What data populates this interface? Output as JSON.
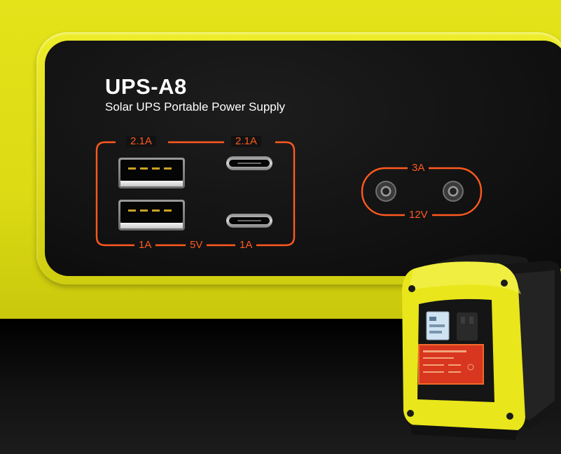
{
  "product": {
    "model": "UPS-A8",
    "subtitle": "Solar UPS Portable Power Supply"
  },
  "usb_panel": {
    "top_left_rating": "2.1A",
    "top_right_rating": "2.1A",
    "bottom_left_rating": "1A",
    "bottom_voltage": "5V",
    "bottom_right_rating": "1A"
  },
  "dc_panel": {
    "current": "3A",
    "voltage": "12V"
  },
  "colors": {
    "accent_orange": "#ff5a1f",
    "body_yellow": "#e4e31a",
    "panel_black": "#101010"
  }
}
